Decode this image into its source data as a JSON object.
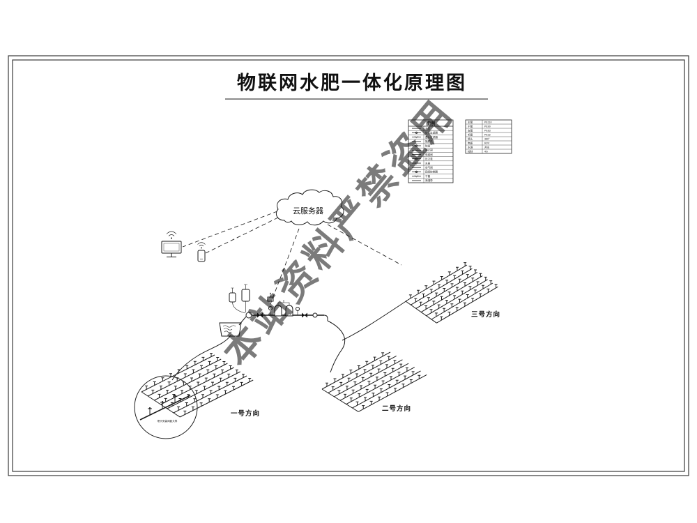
{
  "title": "物联网水肥一体化原理图",
  "watermark": "本站资料严禁盗用",
  "cloud_label": "云服务器",
  "legend": {
    "title": "图例",
    "rows": [
      "水泵",
      "砂石过滤器",
      "叠片过滤器",
      "施肥机",
      "球阀",
      "逆止阀",
      "电磁阀",
      "压力表",
      "水表",
      "空气阀",
      "田间控制器",
      "干管",
      "滴灌带"
    ]
  },
  "spec_table": {
    "rows": [
      [
        "主管",
        "PE110"
      ],
      [
        "干管",
        "PE90"
      ],
      [
        "支管",
        "PE63"
      ],
      [
        "毛管",
        "PE32"
      ],
      [
        "喷头",
        "360°"
      ],
      [
        "电缆",
        "RVV"
      ],
      [
        "水源",
        "井水"
      ],
      [
        "控制",
        "4G"
      ]
    ]
  },
  "fields": {
    "f1": "一号方向",
    "f2": "二号方向",
    "f3": "三号方向"
  },
  "callout_caption": "喷头安装间距大样",
  "colors": {
    "line": "#1a1a1a",
    "watermark": "#bf4a4a"
  }
}
